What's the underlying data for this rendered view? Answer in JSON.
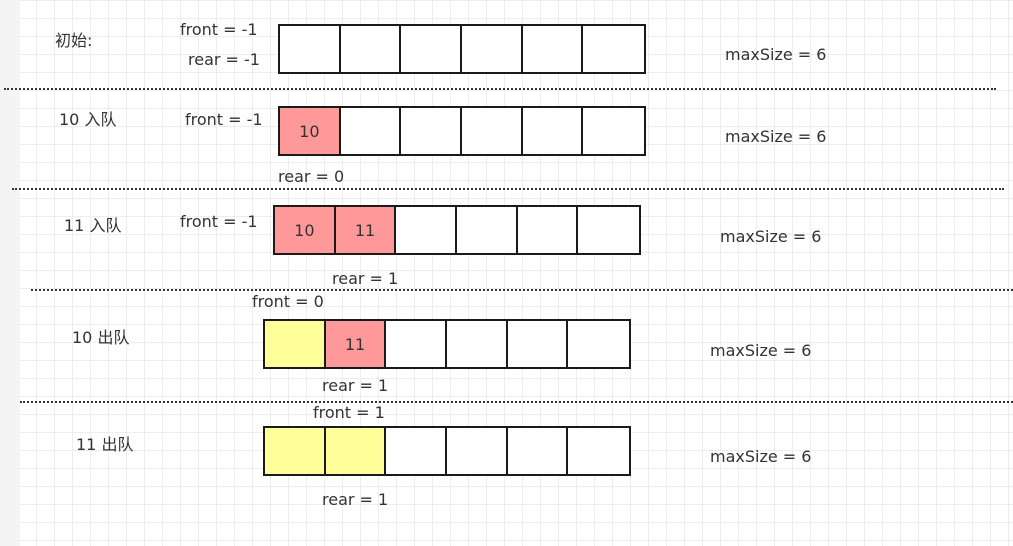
{
  "stages": [
    {
      "label": "初始:",
      "front": "front = -1",
      "rear": "rear = -1",
      "cells": [
        {
          "value": "",
          "state": "empty"
        },
        {
          "value": "",
          "state": "empty"
        },
        {
          "value": "",
          "state": "empty"
        },
        {
          "value": "",
          "state": "empty"
        },
        {
          "value": "",
          "state": "empty"
        },
        {
          "value": "",
          "state": "empty"
        }
      ],
      "max_size": "maxSize = 6"
    },
    {
      "label": "10 入队",
      "front": "front = -1",
      "rear": "rear = 0",
      "cells": [
        {
          "value": "10",
          "state": "filled"
        },
        {
          "value": "",
          "state": "empty"
        },
        {
          "value": "",
          "state": "empty"
        },
        {
          "value": "",
          "state": "empty"
        },
        {
          "value": "",
          "state": "empty"
        },
        {
          "value": "",
          "state": "empty"
        }
      ],
      "max_size": "maxSize = 6"
    },
    {
      "label": "11 入队",
      "front": "front = -1",
      "rear": "rear = 1",
      "cells": [
        {
          "value": "10",
          "state": "filled"
        },
        {
          "value": "11",
          "state": "filled"
        },
        {
          "value": "",
          "state": "empty"
        },
        {
          "value": "",
          "state": "empty"
        },
        {
          "value": "",
          "state": "empty"
        },
        {
          "value": "",
          "state": "empty"
        }
      ],
      "max_size": "maxSize = 6"
    },
    {
      "label": "10 出队",
      "front": "front = 0",
      "rear": "rear = 1",
      "cells": [
        {
          "value": "",
          "state": "removed"
        },
        {
          "value": "11",
          "state": "filled"
        },
        {
          "value": "",
          "state": "empty"
        },
        {
          "value": "",
          "state": "empty"
        },
        {
          "value": "",
          "state": "empty"
        },
        {
          "value": "",
          "state": "empty"
        }
      ],
      "max_size": "maxSize = 6"
    },
    {
      "label": "11 出队",
      "front": "front = 1",
      "rear": "rear = 1",
      "cells": [
        {
          "value": "",
          "state": "removed"
        },
        {
          "value": "",
          "state": "removed"
        },
        {
          "value": "",
          "state": "empty"
        },
        {
          "value": "",
          "state": "empty"
        },
        {
          "value": "",
          "state": "empty"
        },
        {
          "value": "",
          "state": "empty"
        }
      ],
      "max_size": "maxSize = 6"
    }
  ],
  "colors": {
    "filled": "#ff9999",
    "removed": "#ffff99",
    "empty": "#ffffff",
    "border": "#1a1a1a"
  }
}
